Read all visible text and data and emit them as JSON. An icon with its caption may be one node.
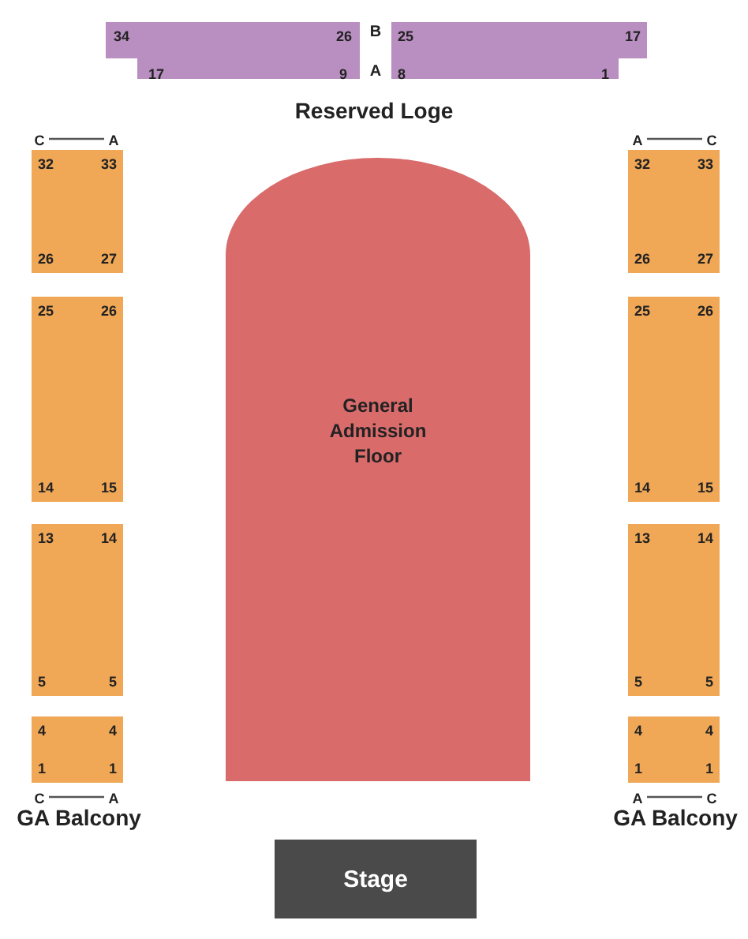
{
  "diagram": {
    "nodes": [
      {
        "text": [
          "34",
          "26",
          "17",
          "9"
        ]
      },
      {
        "text": [
          "25",
          "17",
          "8",
          "1"
        ]
      },
      {
        "text": [
          "General Admission Floor"
        ]
      },
      {
        "text": [
          "32",
          "33",
          "26",
          "27"
        ]
      },
      {
        "text": [
          "25",
          "26",
          "14",
          "15"
        ]
      },
      {
        "text": [
          "13",
          "14",
          "5",
          "5"
        ]
      },
      {
        "text": [
          "4",
          "4",
          "1",
          "1"
        ]
      },
      {
        "text": [
          "32",
          "33",
          "26",
          "27"
        ]
      },
      {
        "text": [
          "25",
          "26",
          "14",
          "15"
        ]
      },
      {
        "text": [
          "13",
          "14",
          "5",
          "5"
        ]
      },
      {
        "text": [
          "4",
          "4",
          "1",
          "1"
        ]
      },
      {
        "text": [
          "Stage"
        ]
      }
    ],
    "edges": [],
    "labels": [
      "B",
      "A",
      "Reserved Loge",
      "C",
      "A",
      "A",
      "C",
      "C",
      "A",
      "A",
      "C",
      "GA Balcony",
      "GA Balcony"
    ]
  }
}
